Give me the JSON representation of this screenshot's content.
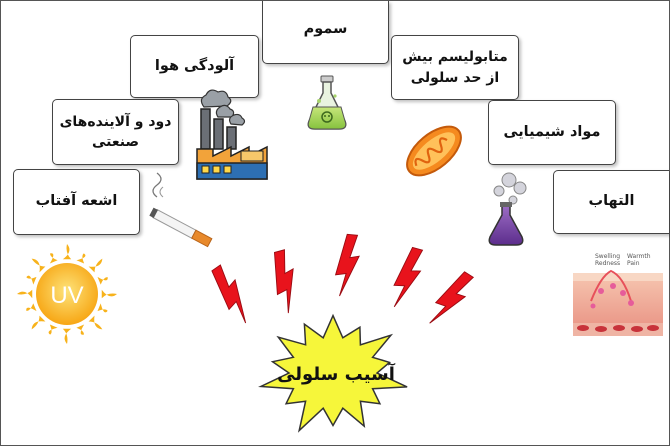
{
  "labels": {
    "toxins": "سموم",
    "air_pollution": "آلودگی هوا",
    "excess_metabolism": "متابولیسم بیش از حد سلولی",
    "smoke_industrial": "دود و آلاینده‌های صنعتی",
    "chemicals": "مواد شیمیایی",
    "sunlight": "اشعه آفتاب",
    "inflammation": "التهاب"
  },
  "center": {
    "text": "آسیب سلولی",
    "fill_color": "#f6f63a"
  },
  "icons": {
    "uv_sun": {
      "name": "uv-sun-icon",
      "text": "UV"
    },
    "inflammation_legend": [
      "Swelling",
      "Warmth",
      "Redness",
      "Pain"
    ]
  },
  "colors": {
    "bolt": "#e8131c",
    "sun": "#f7b21b",
    "outline": "#444444"
  }
}
